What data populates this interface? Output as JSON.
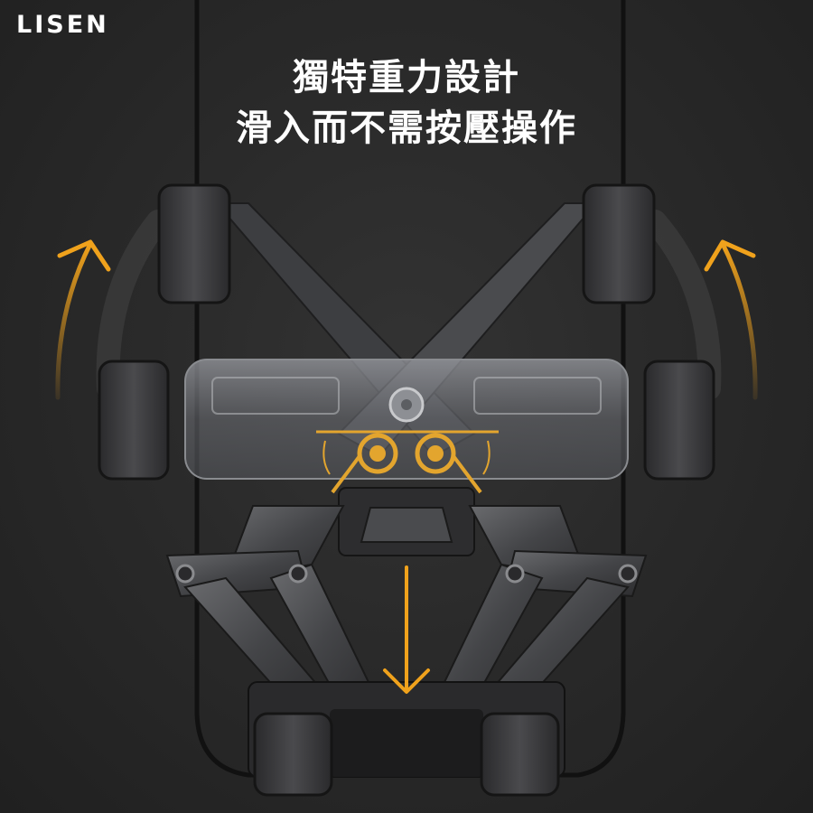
{
  "brand": {
    "logo_text": "LISEN"
  },
  "headline": {
    "line1": "獨特重力設計",
    "line2": "滑入而不需按壓操作"
  },
  "colors": {
    "background": "#262626",
    "text": "#ffffff",
    "arrow_accent": "#f0a21c",
    "spring_gold": "#e3a52e",
    "metal_dark": "#3a3a3c",
    "metal_light": "#6a6b6e"
  },
  "icons": {
    "left_arrow": "curved-arrow-up-icon",
    "right_arrow": "curved-arrow-up-icon",
    "down_arrow": "arrow-down-icon"
  }
}
